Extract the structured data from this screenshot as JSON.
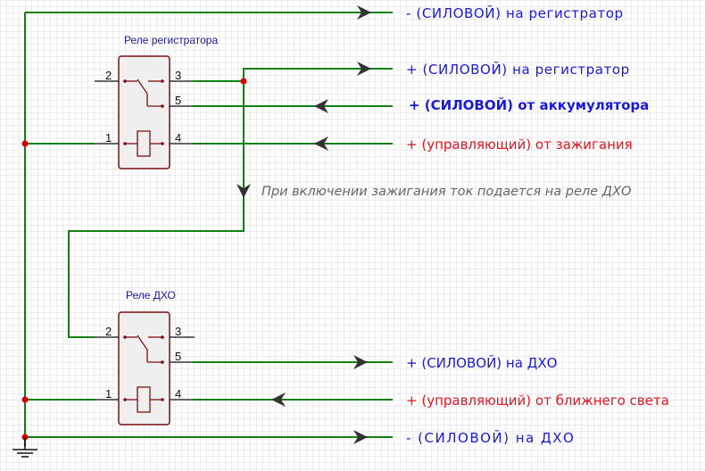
{
  "colors": {
    "wire": "#128012",
    "relay_outline": "#7a1010",
    "relay_fill": "#efefef",
    "junction": "#d60000",
    "arrow": "#333333",
    "power_label": "#1a1ad6",
    "control_label": "#e8141e",
    "note": "#666666"
  },
  "relays": [
    {
      "title": "Реле регистратора",
      "pins": {
        "p1": "1",
        "p2": "2",
        "p3": "3",
        "p4": "4",
        "p5": "5"
      }
    },
    {
      "title": "Реле ДХО",
      "pins": {
        "p1": "1",
        "p2": "2",
        "p3": "3",
        "p4": "4",
        "p5": "5"
      }
    }
  ],
  "labels": {
    "minus_power_to_recorder": "- (СИЛОВОЙ) на регистратор",
    "plus_power_to_recorder": "+ (СИЛОВОЙ) на регистратор",
    "plus_power_from_battery": "+ (СИЛОВОЙ) от аккумулятора",
    "plus_control_from_ignition": "+ (управляющий) от зажигания",
    "note_ignition": "При включении зажигания ток подается на реле ДХО",
    "plus_power_to_drl": "+ (СИЛОВОЙ) на ДХО",
    "plus_control_from_lowbeam": "+ (управляющий) от ближнего света",
    "minus_power_to_drl": "- (СИЛОВОЙ) на ДХО"
  }
}
